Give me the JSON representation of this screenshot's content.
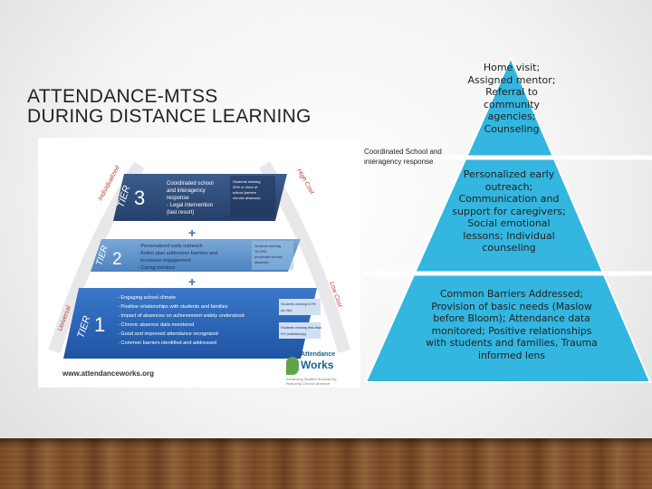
{
  "slide": {
    "title_lines": [
      "ATTENDANCE-MTSS",
      "DURING DISTANCE LEARNING"
    ]
  },
  "framework_image": {
    "tier3": {
      "tier_label": "TIER",
      "tier_number": "3",
      "side_left": "Individualized",
      "side_right": "High Cost",
      "lines": [
        "Coordinated school",
        "and interagency",
        "response",
        "- Legal intervention",
        "(last resort)"
      ],
      "note": [
        "Students missing",
        "20% or more of",
        "school (severe",
        "chronic absence)"
      ]
    },
    "tier2": {
      "tier_label": "TIER",
      "tier_number": "2",
      "lines": [
        "- Personalized early outreach",
        "- Action plan addresses barriers and",
        "increases engagement",
        "- Caring mentors"
      ],
      "note": [
        "Students missing",
        "10-19%",
        "(moderate chronic",
        "absence)"
      ]
    },
    "tier1": {
      "tier_label": "TIER",
      "tier_number": "1",
      "side_left": "Universal",
      "side_right": "Low Cost",
      "lines": [
        "- Engaging school climate",
        "- Positive relationships with students and families",
        "- Impact of absences on achievement widely understood",
        "- Chronic absence data monitored",
        "- Good and improved attendance recognized",
        "- Common barriers identified and addressed"
      ],
      "note": [
        "Students missing 5-9%",
        "(at risk)",
        "Students missing less than",
        "5% (satisfactory)"
      ]
    },
    "plus_symbol": "+",
    "url": "www.attendanceworks.org",
    "logo": {
      "line1": "Attendance",
      "line2": "Works",
      "tagline": "Advancing Student Success By Reducing Chronic Absence"
    }
  },
  "caption_note": [
    "Coordinated School and",
    "interagency response"
  ],
  "pyramid": {
    "top": [
      "Home visit;",
      "Assigned mentor;",
      "Referral to",
      "community",
      "agencies;",
      "Counseling"
    ],
    "middle": [
      "Personalized early",
      "outreach;",
      "Communication and",
      "support for caregivers;",
      "Social emotional",
      "lessons; Individual",
      "counseling"
    ],
    "bottom": [
      "Common Barriers Addressed;",
      "Provision of basic needs (Maslow",
      "before Bloom); Attendance data",
      "monitored; Positive relationships",
      "with students and families, Trauma",
      "informed lens"
    ]
  },
  "colors": {
    "pyramid_fill": "#33b6e0",
    "pyramid_border": "#ffffff",
    "tier3_fill": "#2c4a78",
    "tier2_fill": "#4f86bf",
    "tier1_fill": "#2a63b6",
    "floor": "#7a4a26"
  }
}
